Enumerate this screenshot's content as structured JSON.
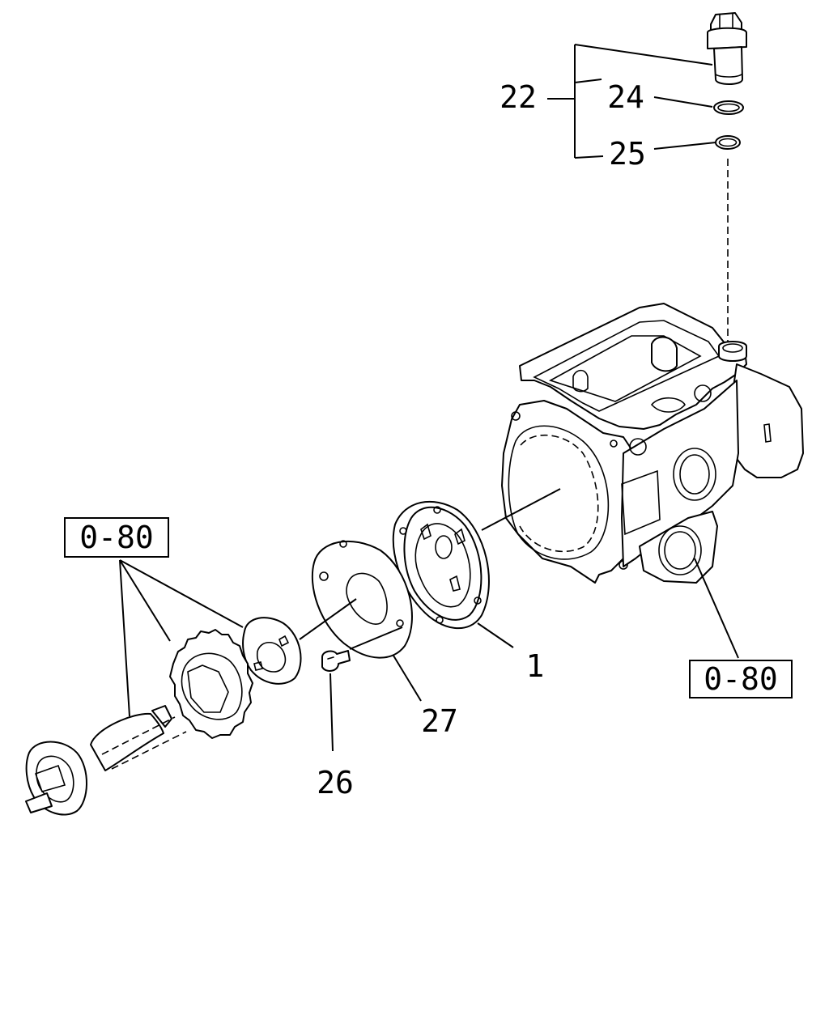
{
  "callouts": {
    "c22": "22",
    "c24": "24",
    "c25": "25",
    "c1": "1",
    "c27": "27",
    "c26": "26"
  },
  "references": {
    "ref_left": "0-80",
    "ref_right": "0-80"
  },
  "colors": {
    "line": "#000000",
    "background": "#ffffff"
  }
}
